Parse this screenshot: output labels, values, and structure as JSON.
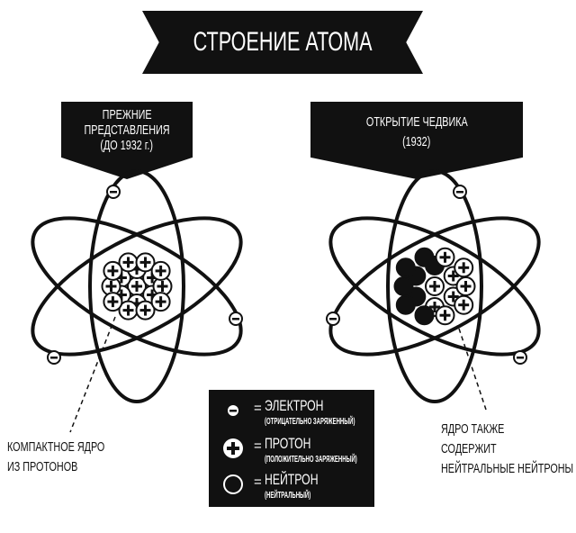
{
  "title": "СТРОЕНИЕ АТОМА",
  "left_panel": {
    "header_lines": [
      "ПРЕЖНИЕ",
      "ПРЕДСТАВЛЕНИЯ",
      "(ДО 1932 г.)"
    ],
    "note_lines": [
      "КОМПАКТНОЕ ЯДРО",
      "ИЗ ПРОТОНОВ"
    ]
  },
  "right_panel": {
    "header_lines": [
      "ОТКРЫТИЕ ЧЕДВИКА",
      "(1932)"
    ],
    "note_lines": [
      "ЯДРО ТАКЖЕ",
      "СОДЕРЖИТ",
      "НЕЙТРАЛЬНЫЕ НЕЙТРОНЫ"
    ]
  },
  "legend": {
    "equals": "=",
    "items": [
      {
        "icon": "electron-icon",
        "name": "ЭЛЕКТРОН",
        "desc": "(ОТРИЦАТЕЛЬНО ЗАРЯЖЕННЫЙ)"
      },
      {
        "icon": "proton-icon",
        "name": "ПРОТОН",
        "desc": "(ПОЛОЖИТЕЛЬНО ЗАРЯЖЕННЫЙ)"
      },
      {
        "icon": "neutron-icon",
        "name": "НЕЙТРОН",
        "desc": "(НЕЙТРАЛЬНЫЙ)"
      }
    ]
  },
  "colors": {
    "ink": "#111111",
    "paper": "#ffffff"
  }
}
